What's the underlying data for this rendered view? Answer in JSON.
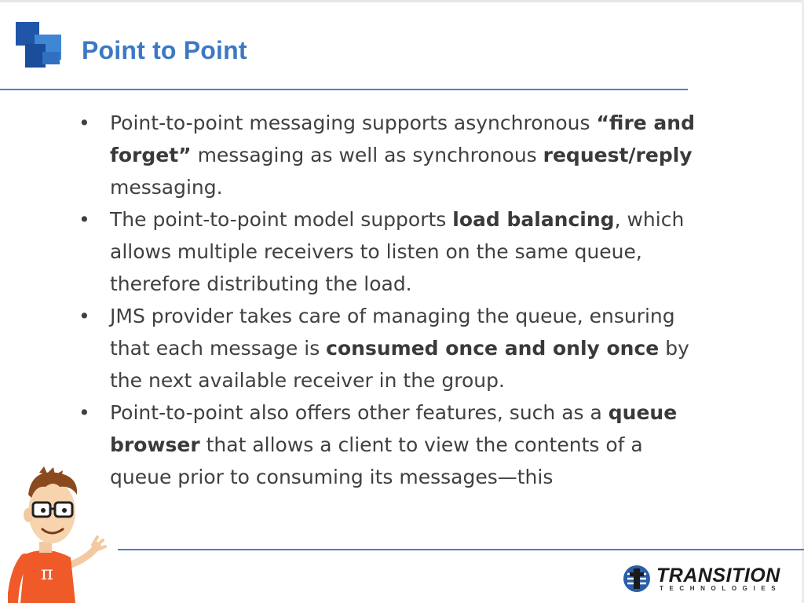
{
  "slide": {
    "title": "Point to Point",
    "bullets": [
      {
        "segments": [
          {
            "text": "Point-to-point messaging supports asynchronous ",
            "bold": false
          },
          {
            "text": "“fire and forget”",
            "bold": true
          },
          {
            "text": " messaging as well as synchronous ",
            "bold": false
          },
          {
            "text": "request/reply",
            "bold": true
          },
          {
            "text": " messaging.",
            "bold": false
          }
        ]
      },
      {
        "segments": [
          {
            "text": "The point-to-point model supports ",
            "bold": false
          },
          {
            "text": "load balancing",
            "bold": true
          },
          {
            "text": ", which allows multiple receivers to listen on the same queue, therefore distributing the load.",
            "bold": false
          }
        ]
      },
      {
        "segments": [
          {
            "text": "JMS provider takes care of managing the queue, ensuring that each message is ",
            "bold": false
          },
          {
            "text": "consumed once and only once",
            "bold": true
          },
          {
            "text": " by the next available receiver in the group.",
            "bold": false
          }
        ]
      },
      {
        "segments": [
          {
            "text": "Point-to-point also offers other features, such as a ",
            "bold": false
          },
          {
            "text": "queue browser",
            "bold": true
          },
          {
            "text": " that allows a client to view the contents of a queue prior to consuming its messages—this",
            "bold": false
          }
        ]
      }
    ],
    "bullet_glyph": "•"
  },
  "branding": {
    "company_name": "TRANSITION",
    "company_sub": "TECHNOLOGIES",
    "mascot_shirt_symbol": "π",
    "accent_color": "#3c78c3",
    "shirt_color": "#f05a28"
  }
}
